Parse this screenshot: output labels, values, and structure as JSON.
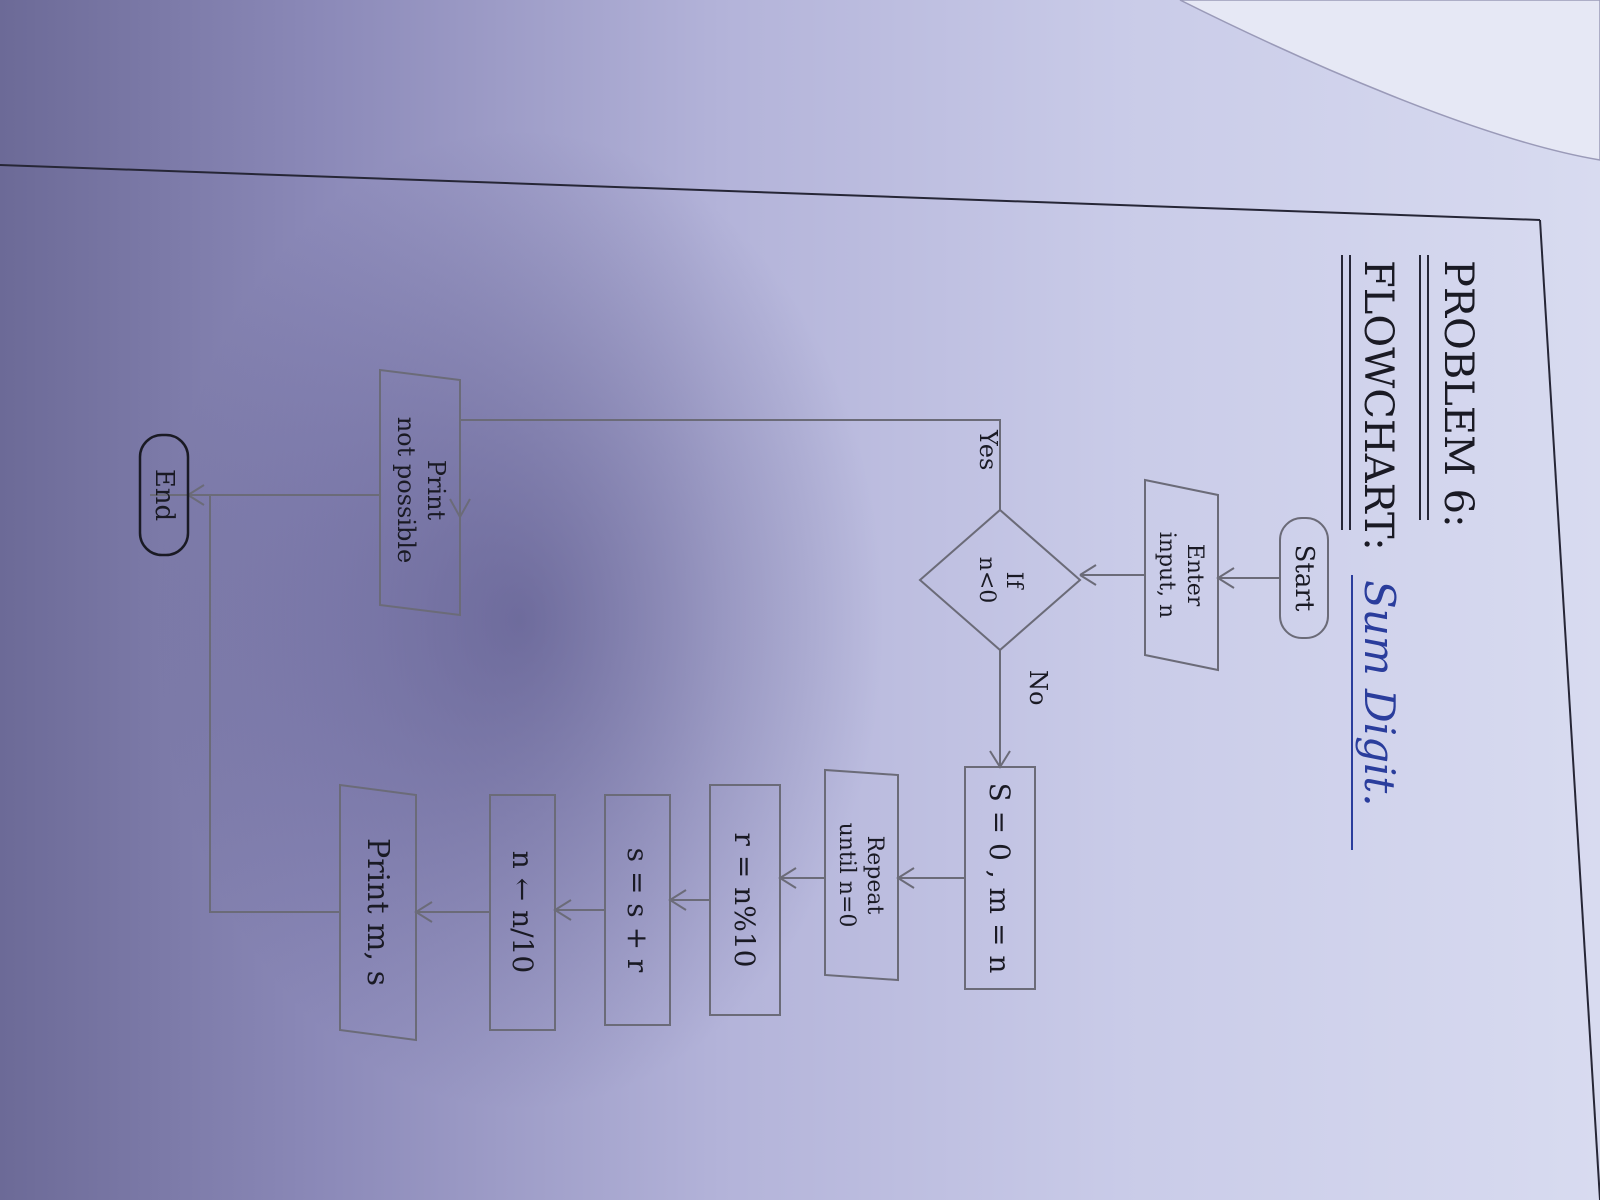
{
  "title": {
    "problem": "PROBLEM 6:",
    "flowchart_prefix": "FLOWCHART:",
    "subject": "Sum Digit."
  },
  "nodes": {
    "start": "Start",
    "input_line1": "Enter",
    "input_line2": "input, n",
    "decision_line1": "If",
    "decision_line2": "n<0",
    "yes": "Yes",
    "no": "No",
    "print_np_line1": "Print",
    "print_np_line2": "not possible",
    "end": "End",
    "init": "S = 0 , m = n",
    "repeat_line1": "Repeat",
    "repeat_line2": "until n=0",
    "remainder": "r = n%10",
    "sum": "s = s + r",
    "divide": "n ← n/10",
    "print_ms": "Print m, s"
  },
  "colors": {
    "ink": "#1a1a24",
    "blue_ink": "#2a3d9c",
    "pencil": "#6b6b78"
  }
}
